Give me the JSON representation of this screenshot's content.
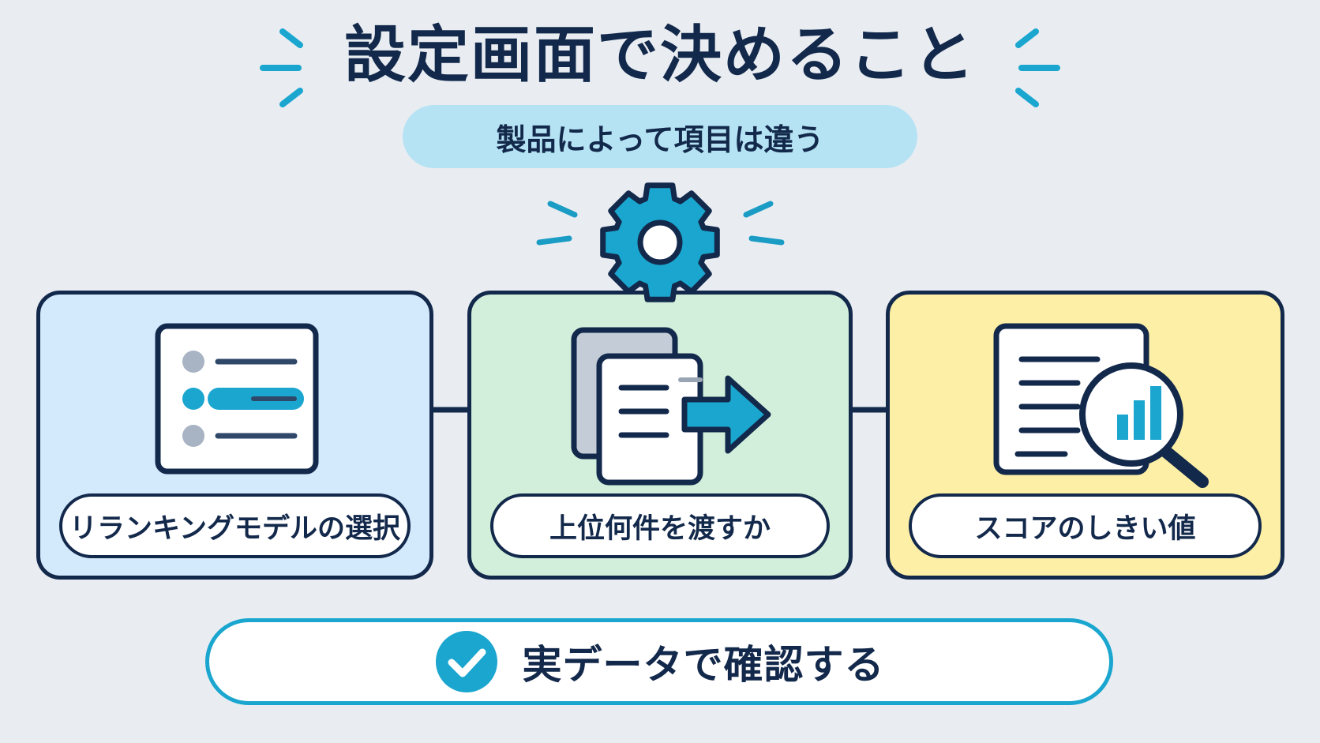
{
  "title": "設定画面で決めること",
  "subtitle": "製品によって項目は違う",
  "cards": [
    {
      "label": "リランキングモデルの選択",
      "icon": "list-select-icon",
      "color": "#d3e9fc"
    },
    {
      "label": "上位何件を渡すか",
      "icon": "document-transfer-icon",
      "color": "#d2efdb"
    },
    {
      "label": "スコアのしきい値",
      "icon": "document-magnifier-chart-icon",
      "color": "#fdf0a6"
    }
  ],
  "center_icon": "gear-icon",
  "confirm": {
    "text": "実データで確認する",
    "icon": "check-circle-icon"
  },
  "colors": {
    "accent": "#1aa6cf",
    "navy": "#13294b",
    "background": "#e9edf2"
  }
}
